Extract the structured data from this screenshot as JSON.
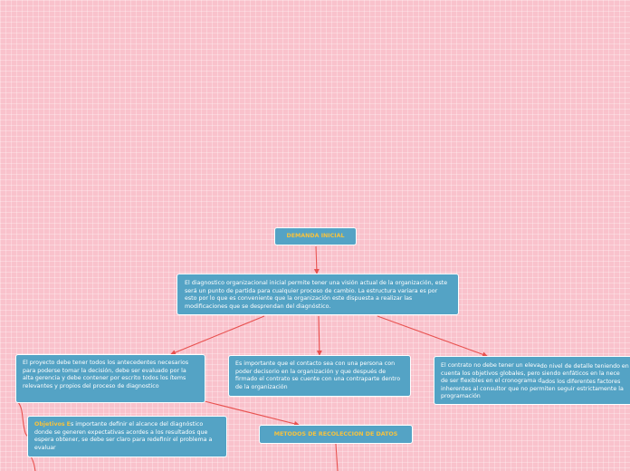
{
  "colors": {
    "background": "#f9c2cc",
    "node_fill": "#54a3c5",
    "node_border": "#ffffff",
    "heading_text": "#f6c23e",
    "connector": "#e8514f"
  },
  "nodes": {
    "root": {
      "label": "DEMANDA INICIAL"
    },
    "diagnostico": {
      "text": "El diagnostico organizacional inicial permite tener una visión actual de la organización, este será un punto de partida para cualquier proceso de cambio. La estructura variara es por esto por lo que es conveniente que la organización este dispuesta a realizar las modificaciones que se desprendan del diagnóstico."
    },
    "proyecto": {
      "text": "El proyecto debe tener todos los antecedentes necesarios para poderse tomar la decisión, debe ser evaluado por la alta gerencia y debe contener por escrito todos los ítems relevantes y propios del proceso de diagnostico"
    },
    "contacto": {
      "text": "Es importante que el contacto sea con una persona con poder decisorio en la organización y que después de firmado el contrato se cuente con una contraparte dentro de la organización"
    },
    "contrato": {
      "line1": "El contrato no debe tener un eleva",
      "line1b": "do nivel de detalle teniendo en",
      "line2": "cuenta los objetivos globales, pero siendo enfáticos en la nece",
      "line3": "de ser flexibles en el cronograma d",
      "line3b": "ados los diferentes factores",
      "line4": "inherentes al consultor que no permiten seguir estrictamente la",
      "line5": "programación"
    },
    "objetivos": {
      "label": "Objetivos",
      "first_letter": "E",
      "text": "s importante definir el alcance del diagnóstico donde se generen expectativas acordes a los resultados que espera obtener, se debe ser claro para redefinir el problema a evaluar"
    },
    "metodos": {
      "label": "METODOS DE RECOLECCION DE DATOS"
    }
  }
}
